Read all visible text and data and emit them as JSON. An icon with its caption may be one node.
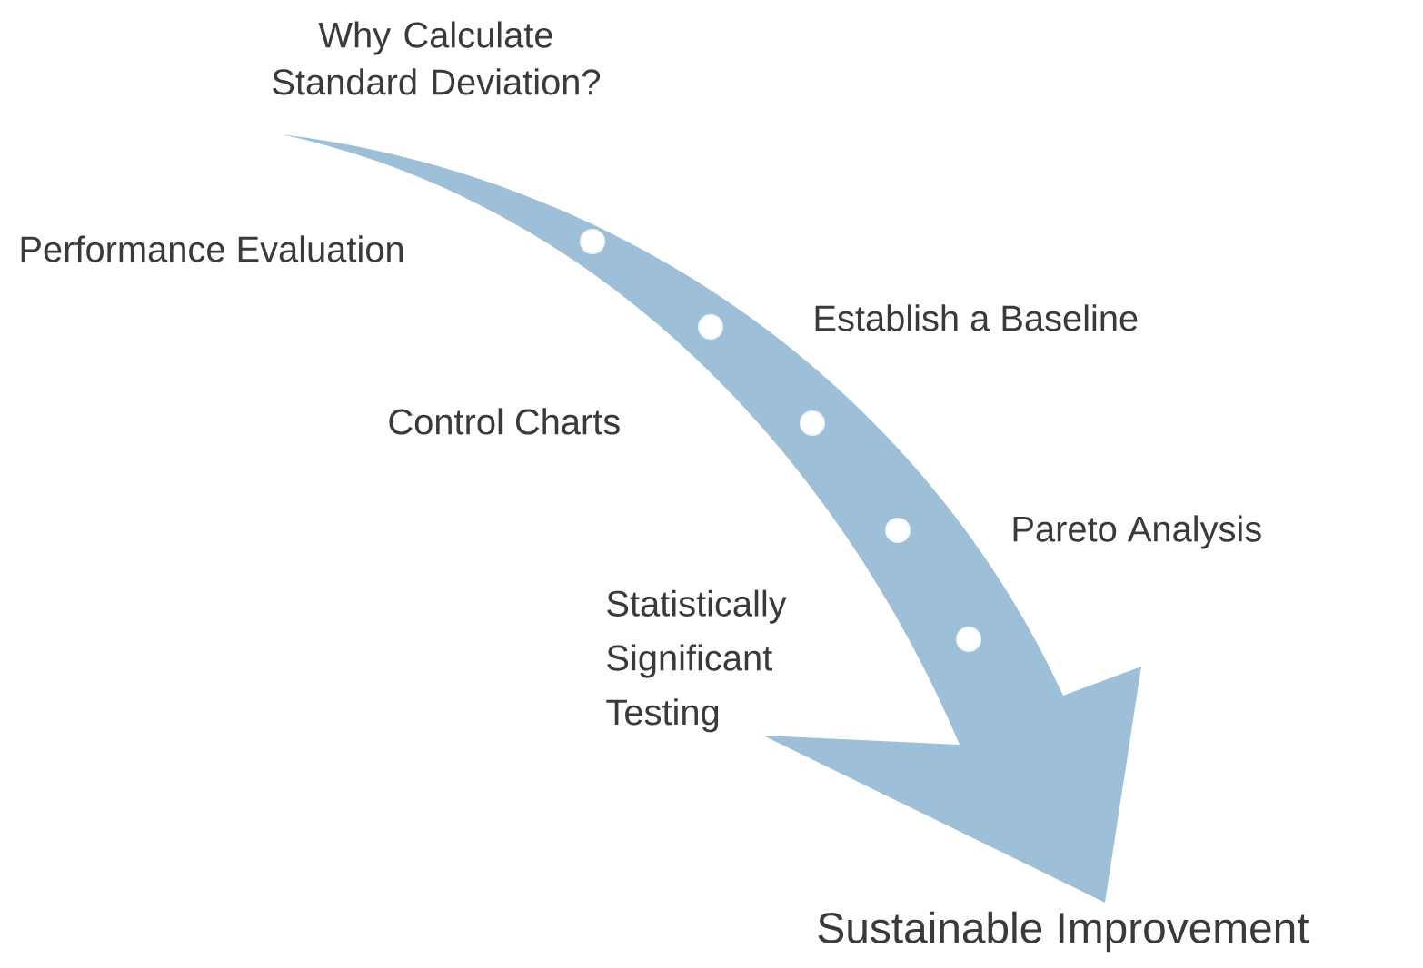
{
  "diagram": {
    "title": "Why Calculate Standard Deviation?",
    "labels": [
      "Performance Evaluation",
      "Establish a Baseline",
      "Control Charts",
      "Pareto Analysis",
      "Statistically Significant Testing",
      "Sustainable Improvement"
    ]
  }
}
